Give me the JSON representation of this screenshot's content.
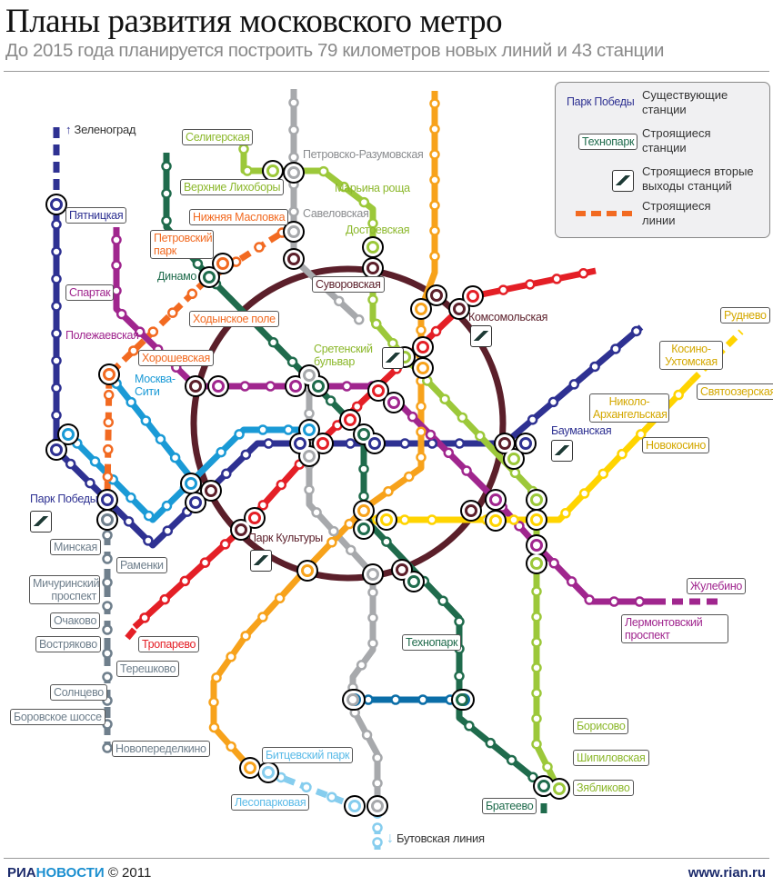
{
  "header": {
    "title": "Планы развития московского метро",
    "subtitle": "До 2015 года планируется построить 79 километров новых линий и 43 станции"
  },
  "legend": {
    "existing_sample": "Парк Победы",
    "existing_text": "Существующие станции",
    "construction_sample": "Технопарк",
    "construction_text": "Строящиеся станции",
    "exits_text": "Строящиеся вторые выходы станций",
    "lines_text": "Строящиеся линии"
  },
  "colors": {
    "ring": "#5b1f2a",
    "red": "#e41f26",
    "darkgreen": "#1f6b4c",
    "darkblue": "#2e3192",
    "lightblue": "#1a9ad6",
    "orange": "#f7a21b",
    "purple": "#a0268e",
    "yellow": "#ffd400",
    "lime": "#9cc83a",
    "gray": "#a7a9ac",
    "newline": "#f26a21",
    "solntsevo": "#6f7f8c",
    "teal": "#0b6ea8",
    "butovo": "#86cdee"
  },
  "directions": {
    "zelenograd": "Зеленоград",
    "butovo": "Бутовская линия"
  },
  "stations": {
    "seligerskaya": "Селигерская",
    "verkhnie_likhobory": "Верхние Лихоборы",
    "petrovsko_razumovskaya": "Петровско-Разумовская",
    "marina_roscha": "Марьина роща",
    "savelovskaya": "Савеловская",
    "dostoevskaya": "Достоевская",
    "nizhnyaya_maslovka": "Нижняя Масловка",
    "petrovsky_park": "Петровский парк",
    "dinamo": "Динамо",
    "khodynskoe_pole": "Ходынское поле",
    "pyatnitskaya": "Пятницкая",
    "spartak": "Спартак",
    "polezhaevskaya": "Полежаевская",
    "khoroshevskaya": "Хорошевская",
    "moskva_siti": "Москва-Сити",
    "suvorovskaya": "Суворовская",
    "sretensky_bulvar": "Сретенский бульвар",
    "komsomolskaya": "Комсомольская",
    "baumanskaya": "Бауманская",
    "rudnevo": "Руднево",
    "kosino_ukhtomskaya": "Косино-Ухтомская",
    "svyatoozerskaya": "Святоозерская",
    "nikolo_arkhangelskaya": "Николо-Архангельская",
    "novokosino": "Новокосино",
    "park_pobedy": "Парк Победы",
    "minskaya": "Минская",
    "ramenki": "Раменки",
    "michurinsky": "Мичуринский проспект",
    "ochakovo": "Очаково",
    "vostryakovo": "Востряково",
    "tereshkovo": "Терешково",
    "solntsevo": "Солнцево",
    "borovskoe": "Боровское шоссе",
    "novoperedelkino": "Новопеределкино",
    "troparevo": "Тропарево",
    "park_kultury": "Парк Культуры",
    "tekhnopark": "Технопарк",
    "zhulebino": "Жулебино",
    "lermontovsky": "Лермонтовский проспект",
    "borisovo": "Борисово",
    "shipilovskaya": "Шипиловская",
    "zyablikovo": "Зябликово",
    "brateevo": "Братеево",
    "bitsevsky_park": "Битцевский парк",
    "lesoparkovaya": "Лесопарковая"
  },
  "footer": {
    "brand_ria": "РИА",
    "brand_novosti": "НОВОСТИ",
    "copyright": "© 2011",
    "url": "www.rian.ru"
  }
}
